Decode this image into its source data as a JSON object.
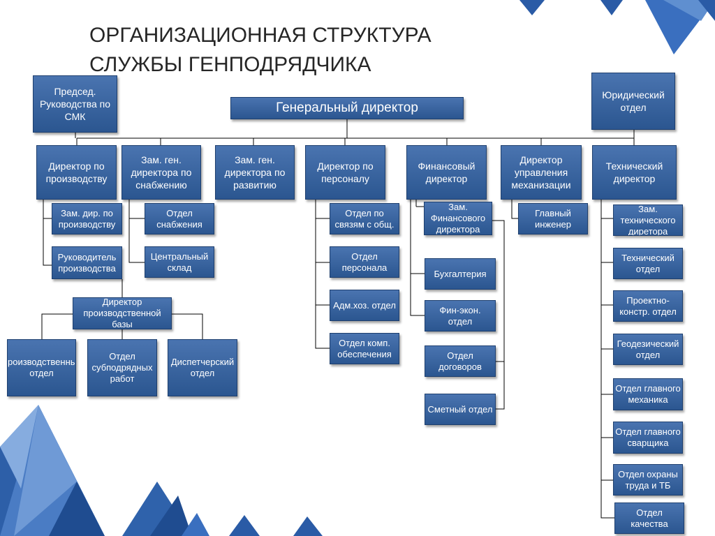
{
  "title": {
    "line1": "ОРГАНИЗАЦИОННАЯ СТРУКТУРА",
    "line2": "СЛУЖБЫ ГЕНПОДРЯДЧИКА"
  },
  "boxes": {
    "general_director": "Генеральный директор",
    "smk_chair": "Председ. Руководства по СМК",
    "legal": "Юридический отдел",
    "prod_director": "Директор по производству",
    "supply_deputy": "Зам. ген. директора по снабжению",
    "dev_deputy": "Зам. ген. директора по развитию",
    "hr_director": "Директор по персоналу",
    "fin_director": "Финансовый директор",
    "mech_director": "Директор управления механизации",
    "tech_director": "Технический директор",
    "prod_deputy": "Зам. дир. по производству",
    "prod_head": "Руководитель производства",
    "base_director": "Директор производственной базы",
    "prod_dept": "Производственный отдел",
    "subcontract_dept": "Отдел субподрядных работ",
    "dispatch_dept": "Диспетчерский отдел",
    "supply_dept": "Отдел снабжения",
    "central_store": "Центральный склад",
    "pr_dept": "Отдел по связям с общ.",
    "personnel_dept": "Отдел персонала",
    "admin_dept": "Адм.хоз. отдел",
    "it_dept": "Отдел комп. обеспечения",
    "fin_deputy": "Зам. Финансового директора",
    "accounting": "Бухгалтерия",
    "fin_econ": "Фин-экон. отдел",
    "contracts": "Отдел договоров",
    "estimates": "Сметный отдел",
    "chief_engineer": "Главный инженер",
    "tech_deputy": "Зам. технического диретора",
    "tech_dept": "Технический отдел",
    "design_dept": "Проектно-констр. отдел",
    "geodesy_dept": "Геодезический отдел",
    "chief_mechanic": "Отдел главного механика",
    "chief_welder": "Отдел главного сварщика",
    "safety_dept": "Отдел охраны труда и ТБ",
    "quality_dept": "Отдел качества"
  },
  "colors": {
    "box_top": "#4a74b0",
    "box_bottom": "#2b5690",
    "line": "#000000",
    "deco_light": "#4d7fc4",
    "deco_dark": "#1f4c90"
  }
}
